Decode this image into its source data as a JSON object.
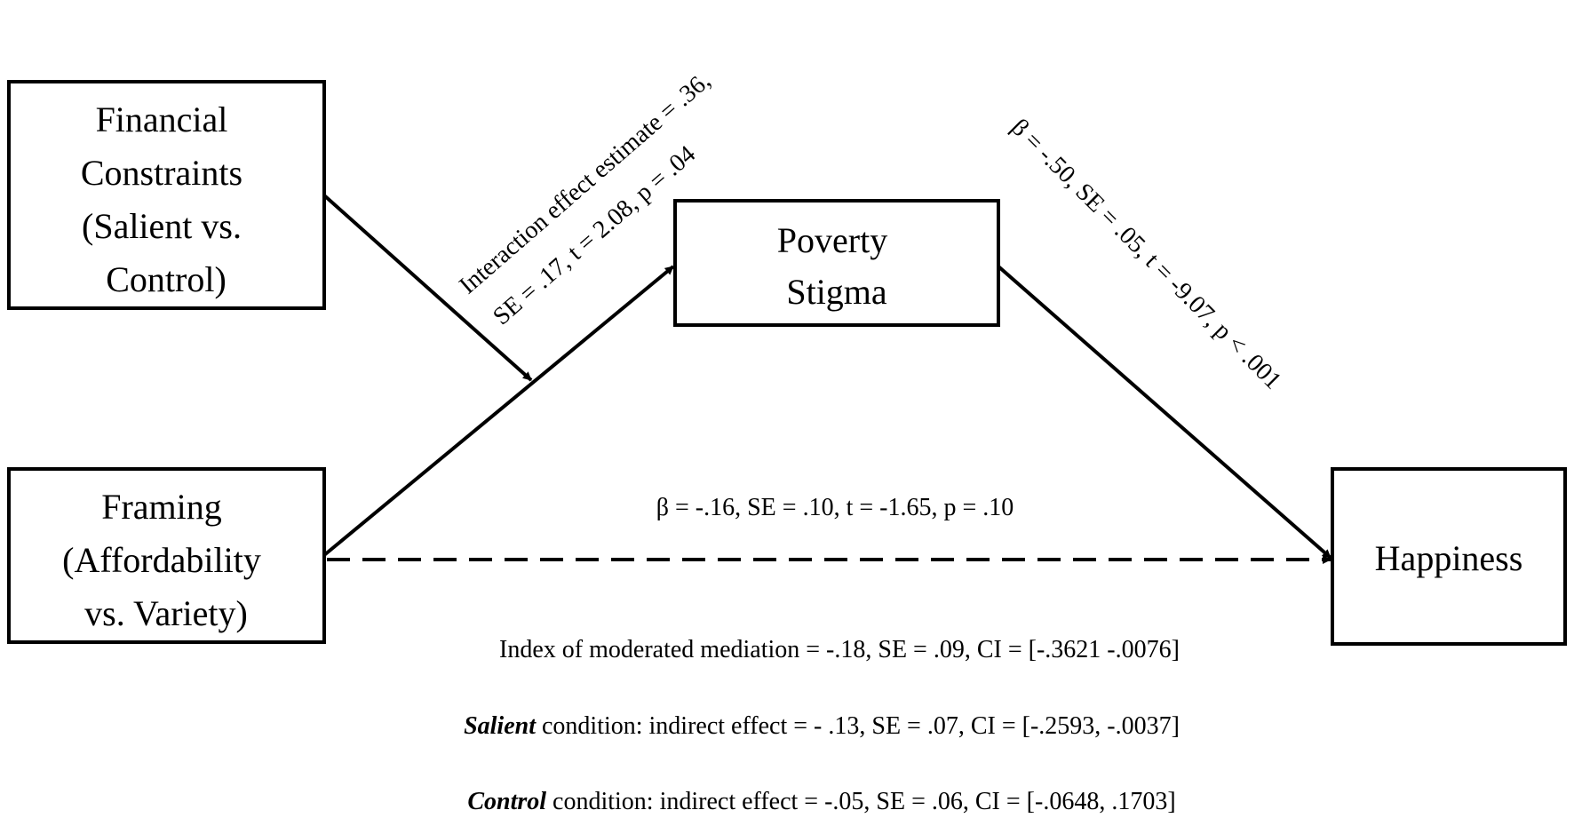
{
  "nodes": {
    "financial": {
      "lines": [
        "Financial",
        "Constraints",
        "(Salient vs.",
        "Control)"
      ]
    },
    "framing": {
      "lines": [
        "Framing",
        "(Affordability",
        "vs. Variety)"
      ]
    },
    "stigma": {
      "lines": [
        "Poverty",
        "Stigma"
      ]
    },
    "happiness": {
      "lines": [
        "Happiness"
      ]
    }
  },
  "paths": {
    "interaction": {
      "line1": "Interaction effect estimate = .36,",
      "line2": "SE = .17, t = 2.08, p = .04"
    },
    "stigma_to_happiness": {
      "line1": "β = -.50, SE = .05, t = -9.07, p < .001"
    },
    "direct": {
      "line1": "β = -.16, SE = .10, t = -1.65, p = .10"
    }
  },
  "stats": {
    "index": "Index of moderated mediation = -.18, SE = .09, CI = [-.3621 -.0076]",
    "salient_label": "Salient",
    "salient_rest": " condition: indirect effect = - .13, SE = .07, CI = [-.2593, -.0037]",
    "control_label": "Control",
    "control_rest": " condition: indirect effect = -.05, SE = .06, CI = [-.0648, .1703]"
  },
  "colors": {
    "ink": "#000000",
    "background": "#ffffff"
  }
}
